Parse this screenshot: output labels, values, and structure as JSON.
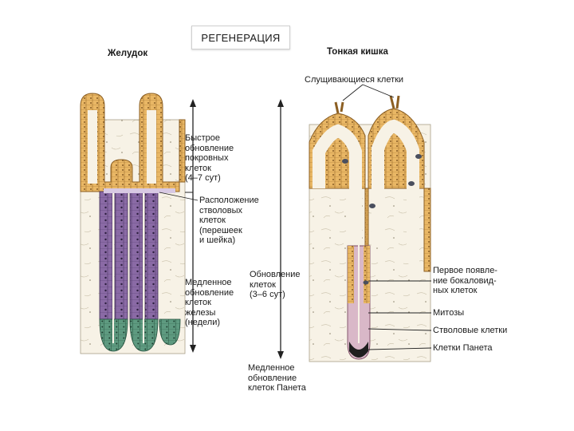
{
  "title": "РЕГЕНЕРАЦИЯ",
  "stomach": {
    "heading": "Желудок",
    "fast_renewal": "Быстрое\nобновление\nпокровных\nклеток\n(4–7 сут)",
    "stem_location": "Расположение\nстволовых\nклеток\n(перешеек\nи шейка)",
    "slow_renewal": "Медленное\nобновление\nклеток\nжелезы\n(недели)"
  },
  "middle": {
    "renewal": "Обновление\nклеток\n(3–6 сут)",
    "paneth_slow": "Медленное\nобновление\nклеток Панета"
  },
  "intestine": {
    "heading": "Тонкая кишка",
    "shedding": "Слущивающиеся клетки",
    "goblet_first": "Первое появле-\nние бокаловид-\nных клеток",
    "mitoses": "Митозы",
    "stem_cells": "Стволовые клетки",
    "paneth_cells": "Клетки Панета"
  },
  "colors": {
    "surface_epithelium": "#e9b765",
    "gland_cells": "#8a6aa5",
    "gland_base": "#5e9a80",
    "paneth": "#1f1f1f",
    "lamina_propria": "#f7f2e6"
  }
}
